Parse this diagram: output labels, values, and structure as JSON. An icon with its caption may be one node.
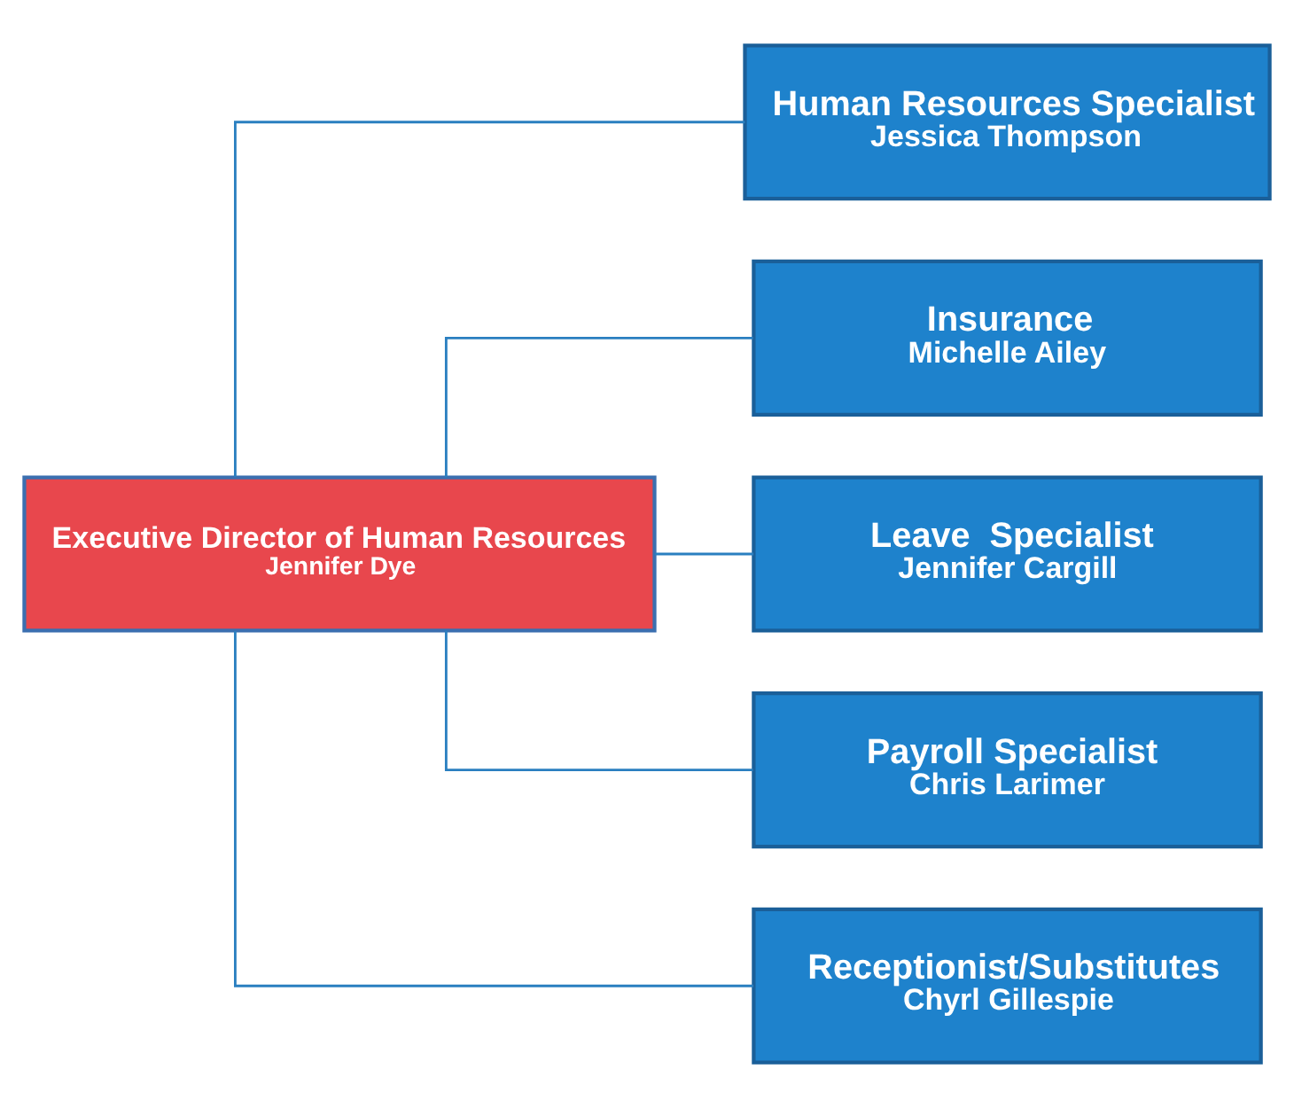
{
  "diagram": {
    "nodes": [
      {
        "text": [
          "Executive Director of Human Resources",
          "Jennifer Dye"
        ]
      },
      {
        "text": [
          "Human Resources Specialist",
          "Jessica Thompson"
        ]
      },
      {
        "text": [
          "Insurance",
          "Michelle Ailey"
        ]
      },
      {
        "text": [
          "Leave  Specialist",
          "Jennifer Cargill"
        ]
      },
      {
        "text": [
          "Payroll Specialist",
          "Chris Larimer"
        ]
      },
      {
        "text": [
          "Receptionist/Substitutes",
          "Chyrl Gillespie"
        ]
      }
    ],
    "edges": [
      {
        "from": 0,
        "to": 1,
        "arrow": "none"
      },
      {
        "from": 0,
        "to": 2,
        "arrow": "none"
      },
      {
        "from": 0,
        "to": 3,
        "arrow": "none"
      },
      {
        "from": 0,
        "to": 4,
        "arrow": "none"
      },
      {
        "from": 0,
        "to": 5,
        "arrow": "none"
      }
    ]
  }
}
